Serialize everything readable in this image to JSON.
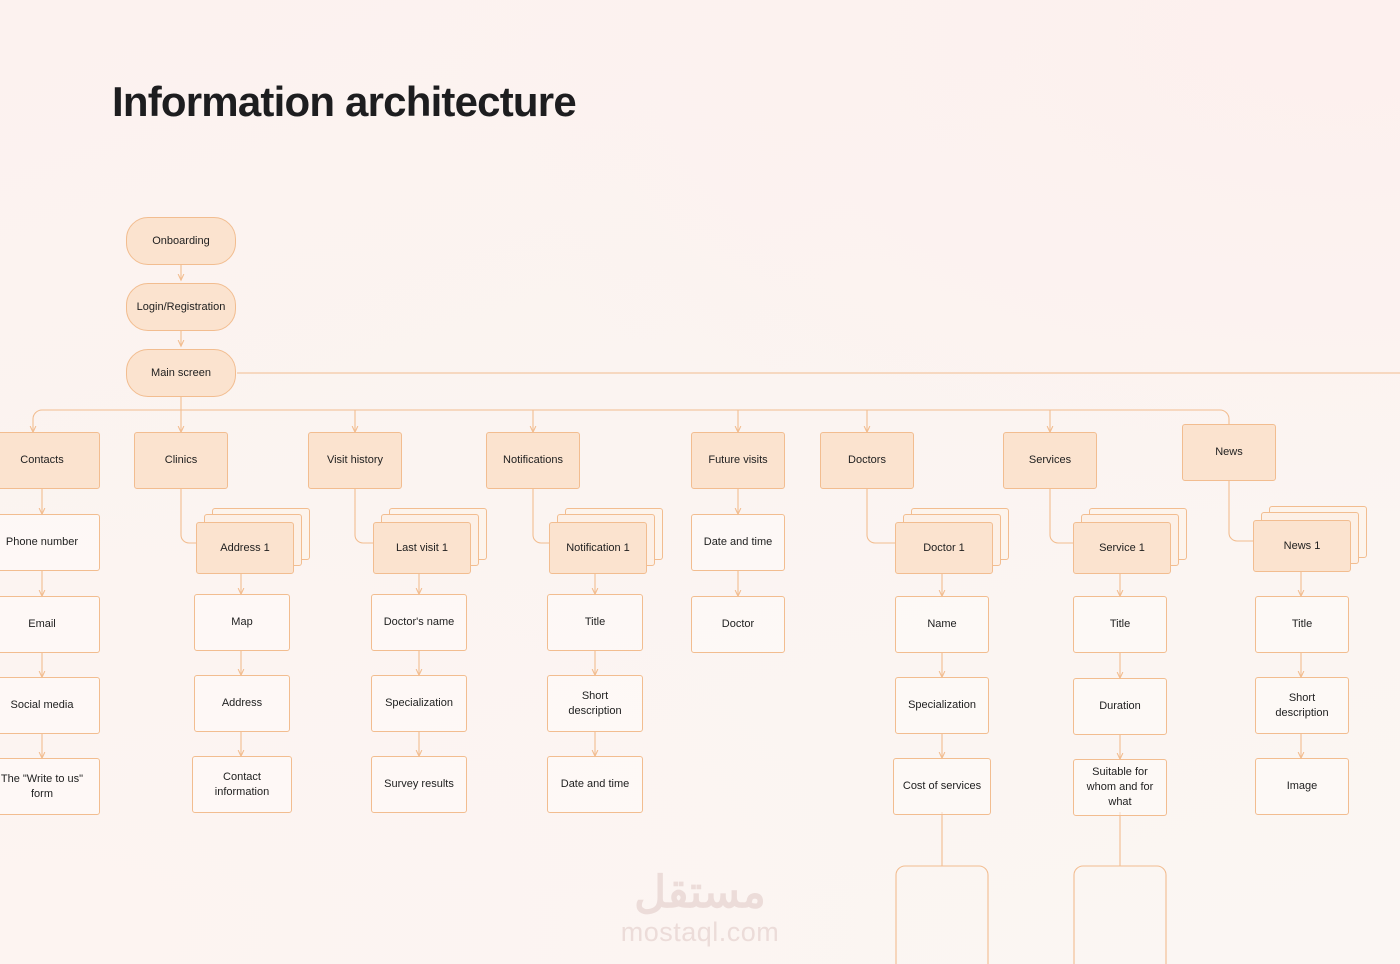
{
  "page": {
    "title": "Information architecture",
    "background_color": "#fbf3f0",
    "accent_border": "#f2bd90",
    "accent_fill": "#fbe3cf",
    "text_color": "#212121"
  },
  "watermark": {
    "arabic": "مستقل",
    "url": "mostaql.com",
    "color": "#ecdcd9"
  },
  "flow": {
    "entry": [
      {
        "id": "onboarding",
        "label": "Onboarding",
        "shape": "pill",
        "fill": "peach"
      },
      {
        "id": "login",
        "label": "Login/Registration",
        "shape": "pill",
        "fill": "peach"
      },
      {
        "id": "main",
        "label": "Main screen",
        "shape": "pill",
        "fill": "peach"
      }
    ],
    "sections": [
      {
        "id": "contacts",
        "label": "Contacts",
        "children": [
          {
            "label": "Phone number"
          },
          {
            "label": "Email"
          },
          {
            "label": "Social media"
          },
          {
            "label": "The \"Write to us\" form"
          }
        ]
      },
      {
        "id": "clinics",
        "label": "Clinics",
        "stack": {
          "label": "Address 1"
        },
        "children": [
          {
            "label": "Map"
          },
          {
            "label": "Address"
          },
          {
            "label": "Contact information"
          }
        ]
      },
      {
        "id": "visit-history",
        "label": "Visit history",
        "stack": {
          "label": "Last visit 1"
        },
        "children": [
          {
            "label": "Doctor's name"
          },
          {
            "label": "Specialization"
          },
          {
            "label": "Survey results"
          }
        ]
      },
      {
        "id": "notifications",
        "label": "Notifications",
        "stack": {
          "label": "Notification 1"
        },
        "children": [
          {
            "label": "Title"
          },
          {
            "label": "Short description"
          },
          {
            "label": "Date and time"
          }
        ]
      },
      {
        "id": "future-visits",
        "label": "Future visits",
        "children": [
          {
            "label": "Date and time"
          },
          {
            "label": "Doctor"
          }
        ]
      },
      {
        "id": "doctors",
        "label": "Doctors",
        "stack": {
          "label": "Doctor 1"
        },
        "children": [
          {
            "label": "Name"
          },
          {
            "label": "Specialization"
          },
          {
            "label": "Cost of services"
          }
        ],
        "truncated_child": true
      },
      {
        "id": "services",
        "label": "Services",
        "stack": {
          "label": "Service 1"
        },
        "children": [
          {
            "label": "Title"
          },
          {
            "label": "Duration"
          },
          {
            "label": "Suitable for whom and for what"
          }
        ],
        "truncated_child": true
      },
      {
        "id": "news",
        "label": "News",
        "stack": {
          "label": "News 1"
        },
        "children": [
          {
            "label": "Title"
          },
          {
            "label": "Short description"
          },
          {
            "label": "Image"
          }
        ]
      }
    ]
  }
}
